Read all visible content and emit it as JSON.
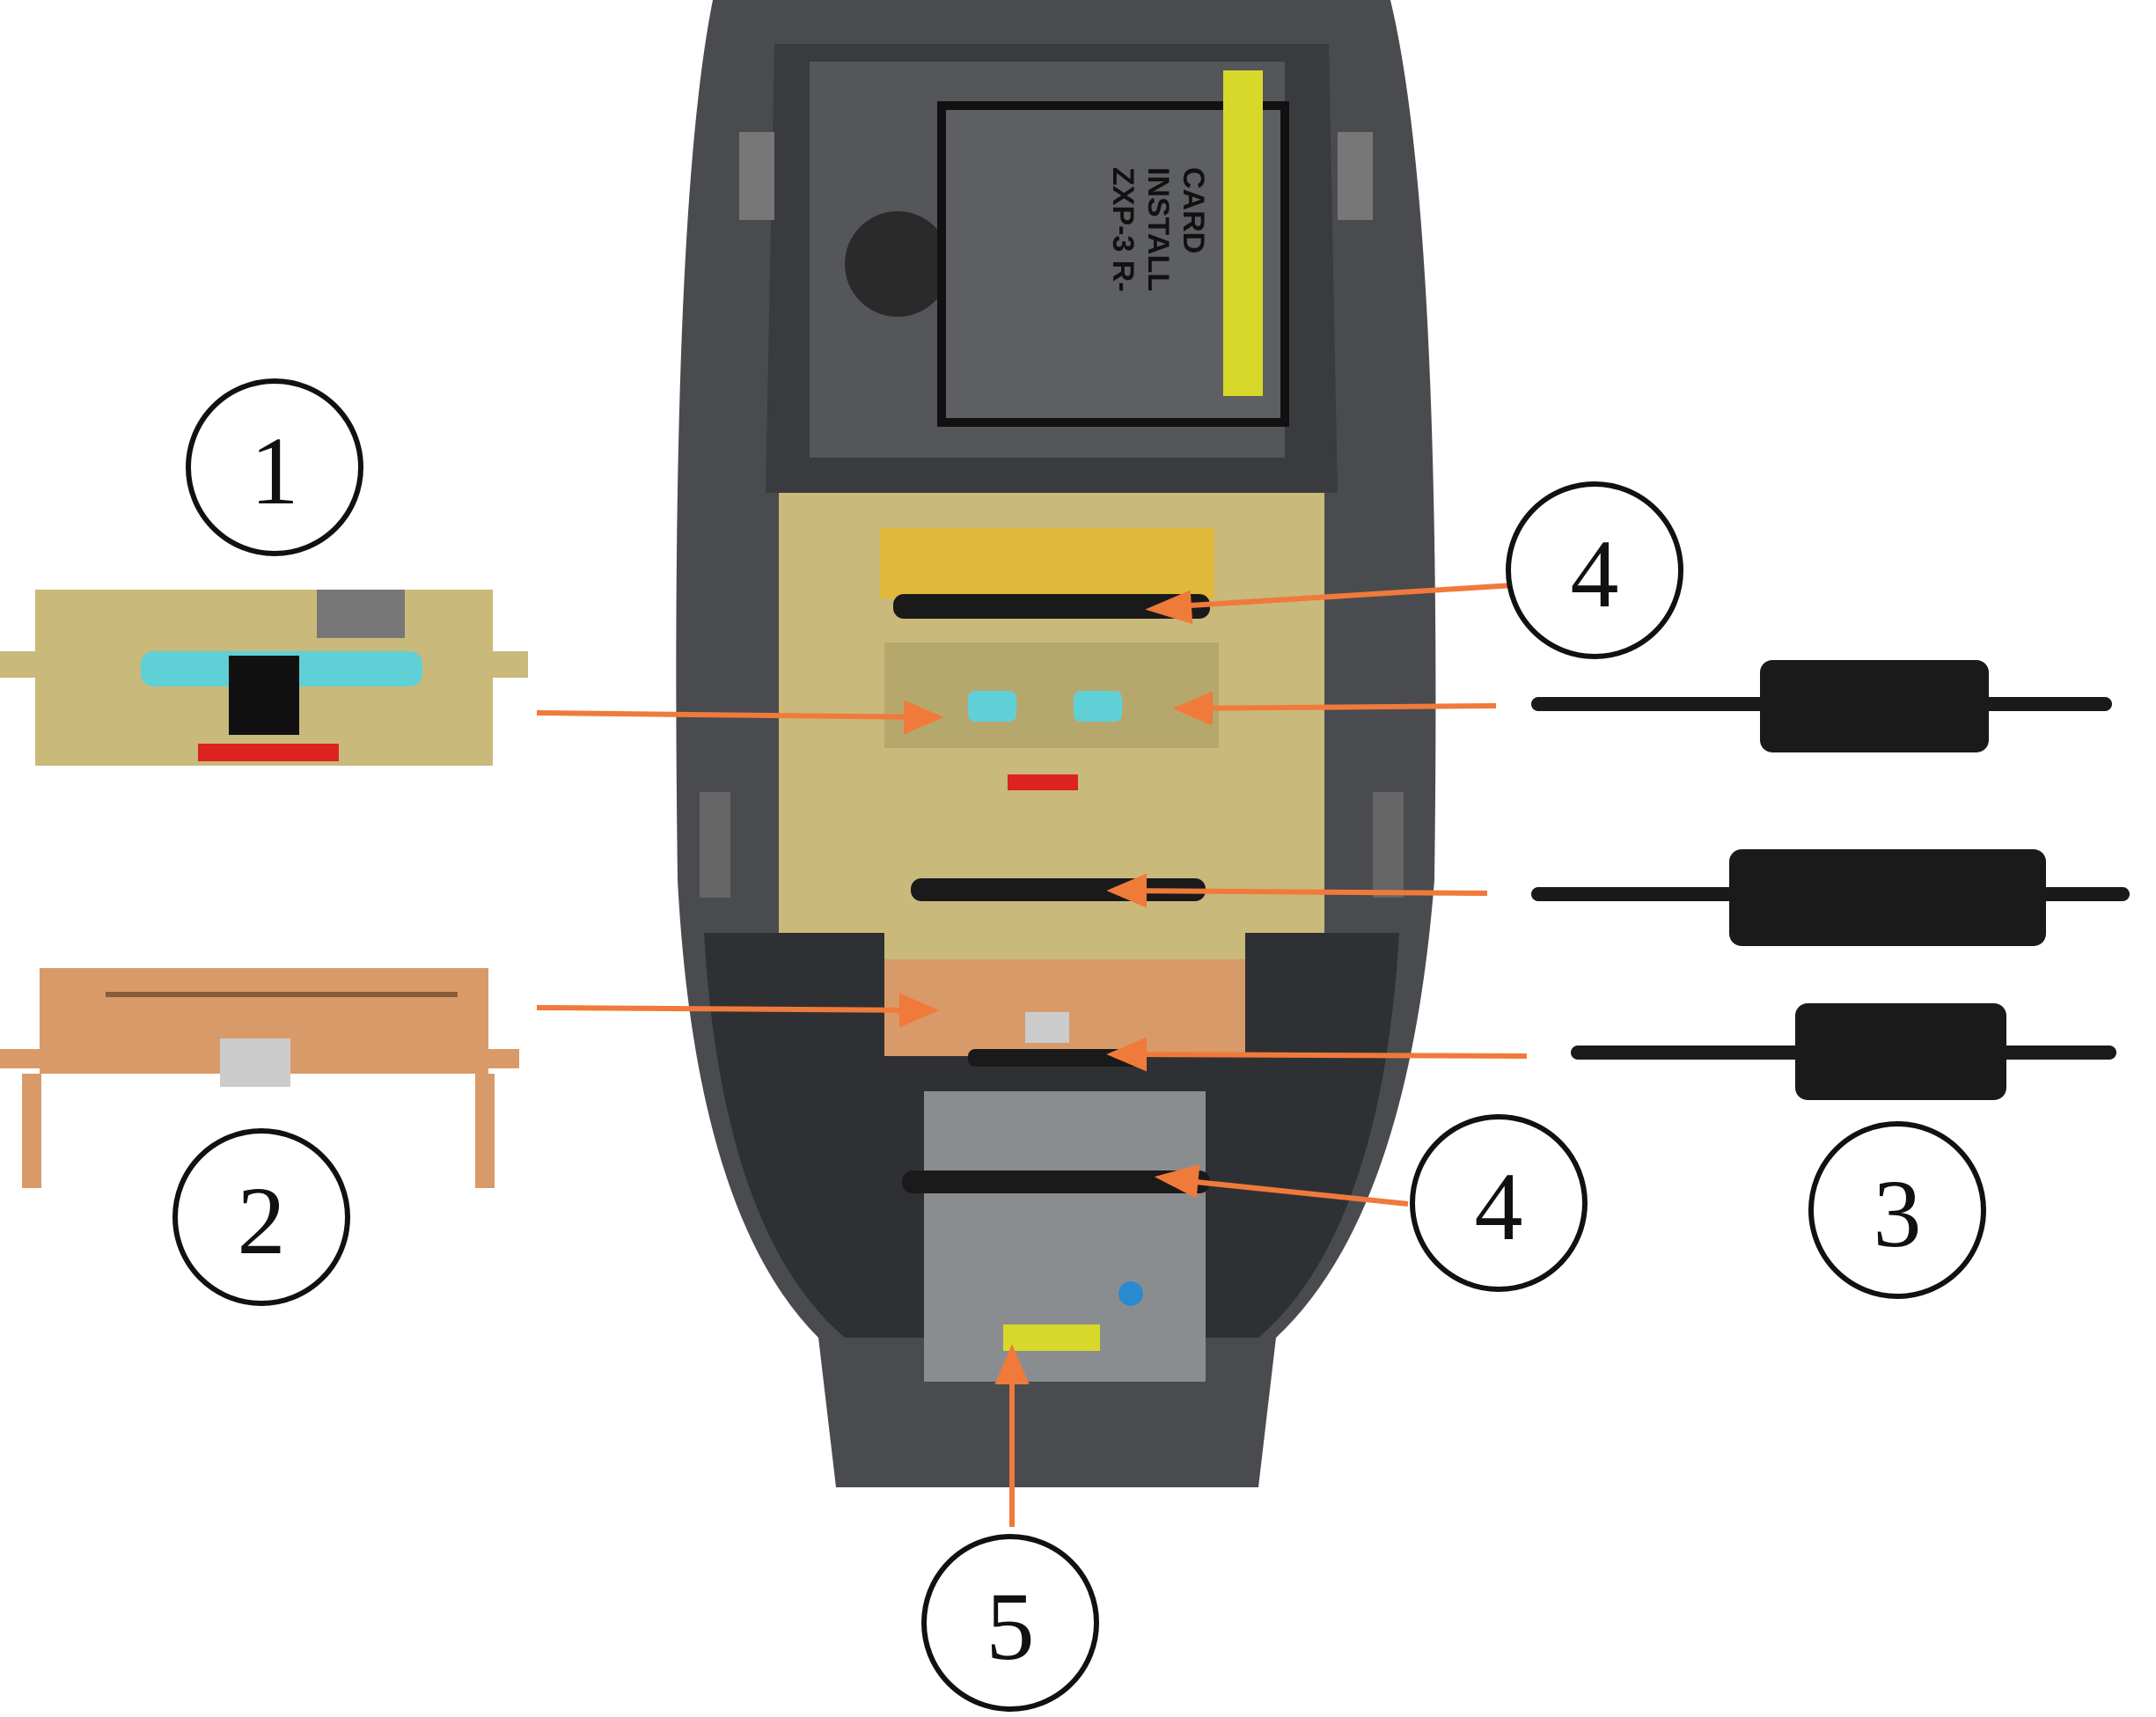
{
  "diagram": {
    "callouts": [
      {
        "id": "1",
        "label": "1"
      },
      {
        "id": "4a",
        "label": "4"
      },
      {
        "id": "2",
        "label": "2"
      },
      {
        "id": "4b",
        "label": "4"
      },
      {
        "id": "3",
        "label": "3"
      },
      {
        "id": "5",
        "label": "5"
      }
    ],
    "cartridge_text": [
      "CARD",
      "INSTALL",
      "ZXP-3 R-"
    ],
    "colors": {
      "arrow": "#f07a3a",
      "printer_body": "#4a4b4f",
      "printer_inner": "#2c2d30",
      "assembly_tan": "#c9b97a",
      "assembly_copper": "#d99a6a",
      "roller": "#1a1a1a",
      "cyan_roller": "#5fd0d6",
      "yellow": "#d8d82a"
    }
  }
}
